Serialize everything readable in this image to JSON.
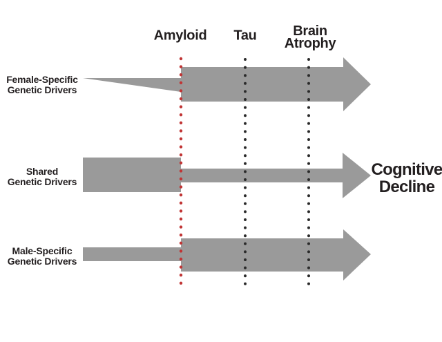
{
  "colors": {
    "arrow_gray": "#9a9a9a",
    "amyloid_red": "#c13434",
    "marker_black": "#2a2a2a",
    "text_black": "#231f20"
  },
  "biomarkers": {
    "amyloid": {
      "label": "Amyloid"
    },
    "tau": {
      "label": "Tau"
    },
    "brain_atrophy": {
      "line1": "Brain",
      "line2": "Atrophy"
    }
  },
  "pathways": [
    {
      "id": "female-specific",
      "line1": "Female-Specific",
      "line2": "Genetic Drivers"
    },
    {
      "id": "shared",
      "line1": "Shared",
      "line2": "Genetic Drivers"
    },
    {
      "id": "male-specific",
      "line1": "Male-Specific",
      "line2": "Genetic Drivers"
    }
  ],
  "outcome": {
    "line1": "Cognitive",
    "line2": "Decline"
  }
}
